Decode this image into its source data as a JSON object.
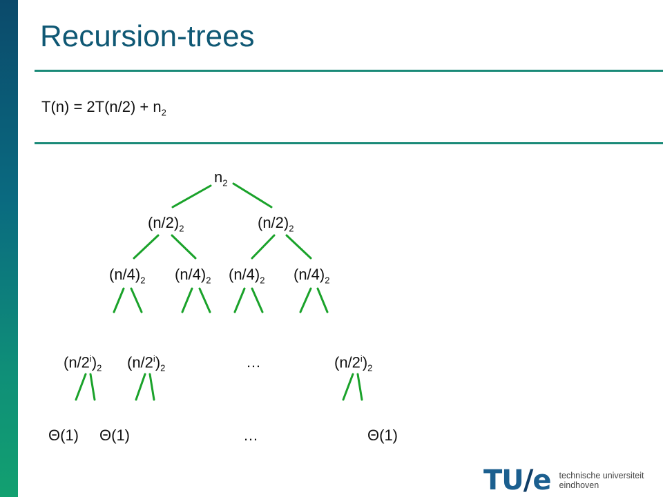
{
  "slide": {
    "title": "Recursion-trees",
    "recurrence": {
      "prefix": "T(n) = 2T(n/2) +  n",
      "exponent": "2"
    }
  },
  "tree": {
    "root": {
      "base": "n",
      "exp": "2"
    },
    "level1": [
      {
        "base": "(n/2)",
        "exp": "2"
      },
      {
        "base": "(n/2)",
        "exp": "2"
      }
    ],
    "level2": [
      {
        "base": "(n/4)",
        "exp": "2"
      },
      {
        "base": "(n/4)",
        "exp": "2"
      },
      {
        "base": "(n/4)",
        "exp": "2"
      },
      {
        "base": "(n/4)",
        "exp": "2"
      }
    ],
    "leveli": {
      "items": [
        {
          "pre": "(n/2",
          "sup": "i",
          "post": ")",
          "exp": "2"
        },
        {
          "pre": "(n/2",
          "sup": "i",
          "post": ")",
          "exp": "2"
        },
        {
          "pre": "(n/2",
          "sup": "i",
          "post": ")",
          "exp": "2"
        }
      ],
      "ellipsis": "…"
    },
    "leaves": {
      "items": [
        "Θ(1)",
        "Θ(1)",
        "Θ(1)"
      ],
      "ellipsis": "…"
    },
    "edge_color": "#1aa22a"
  },
  "footer": {
    "logo_mark": "TU",
    "logo_slash": "/",
    "logo_letter": "e",
    "logo_text": "technische universiteit eindhoven"
  }
}
